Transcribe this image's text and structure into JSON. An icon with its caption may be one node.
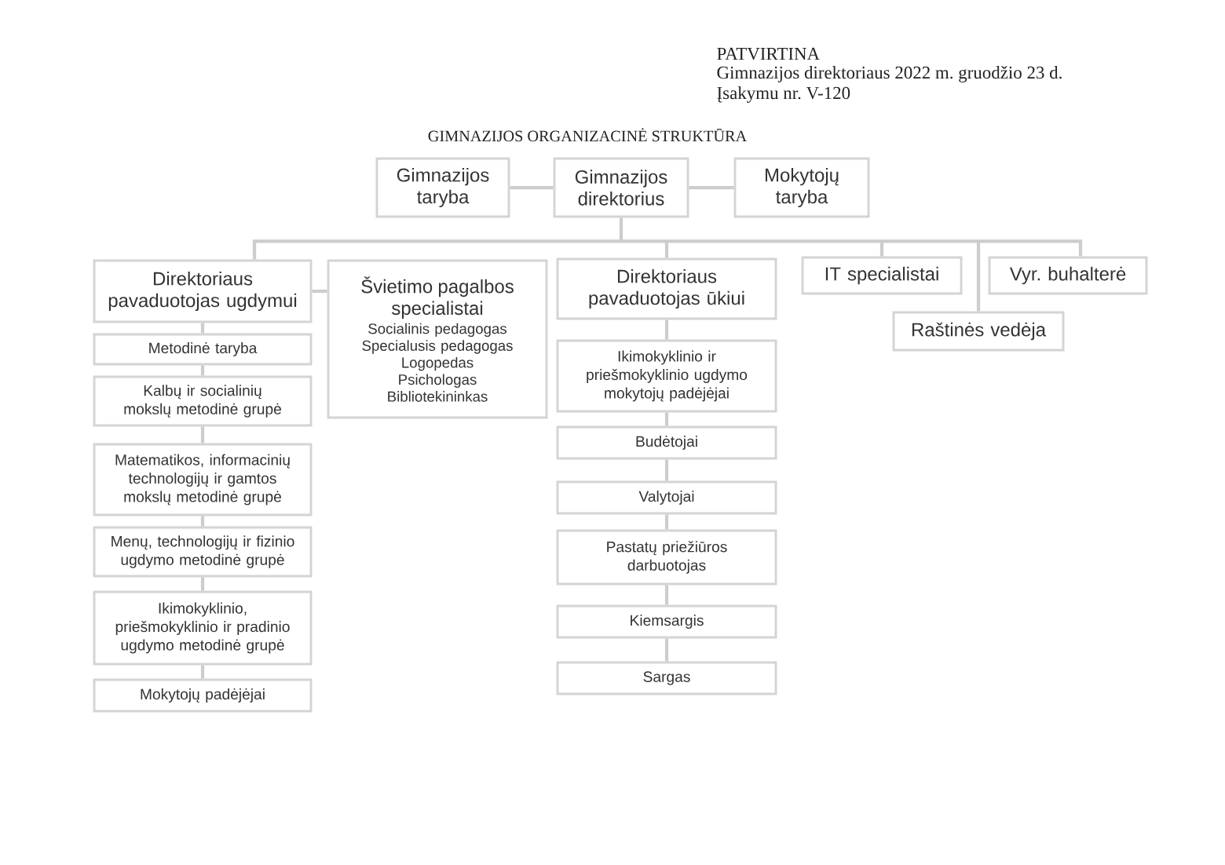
{
  "diagram": {
    "title": "GIMNAZIJOS ORGANIZACINĖ STRUKTŪRA",
    "nodes": [
      {
        "text": [
          "Gimnazijos taryba"
        ]
      },
      {
        "text": [
          "Gimnazijos direktorius"
        ]
      },
      {
        "text": [
          "Mokytojų taryba"
        ]
      },
      {
        "text": [
          "Direktoriaus pavaduotojas ugdymui"
        ]
      },
      {
        "text": [
          "Švietimo pagalbos specialistai",
          "Socialinis pedagogas",
          "Specialusis pedagogas",
          "Logopedas",
          "Psichologas",
          "Bibliotekininkas"
        ]
      },
      {
        "text": [
          "Metodinė taryba"
        ]
      },
      {
        "text": [
          "Kalbų ir socialinių mokslų metodinė grupė"
        ]
      },
      {
        "text": [
          "Matematikos, informacinių technologijų ir gamtos mokslų metodinė grupė"
        ]
      },
      {
        "text": [
          "Menų, technologijų ir fizinio ugdymo metodinė grupė"
        ]
      },
      {
        "text": [
          "Ikimokyklinio, priešmokyklinio ir pradinio ugdymo metodinė grupė"
        ]
      },
      {
        "text": [
          "Mokytojų padėjėjai"
        ]
      },
      {
        "text": [
          "Direktoriaus pavaduotojas ūkiui"
        ]
      },
      {
        "text": [
          "Ikimokyklinio ir priešmokyklinio ugdymo mokytojų padėjėjai"
        ]
      },
      {
        "text": [
          "Budėtojai"
        ]
      },
      {
        "text": [
          "Valytojai"
        ]
      },
      {
        "text": [
          "Pastatų priežiūros darbuotojas"
        ]
      },
      {
        "text": [
          "Kiemsargis"
        ]
      },
      {
        "text": [
          "Sargas"
        ]
      },
      {
        "text": [
          "IT specialistai"
        ]
      },
      {
        "text": [
          "Vyr. buhalterė"
        ]
      },
      {
        "text": [
          "Raštinės vedėja"
        ]
      }
    ],
    "edges": [
      {
        "from": 0,
        "to": 1,
        "arrow": "none"
      },
      {
        "from": 1,
        "to": 2,
        "arrow": "none"
      },
      {
        "from": 1,
        "to": 3,
        "arrow": "none"
      },
      {
        "from": 1,
        "to": 11,
        "arrow": "none"
      },
      {
        "from": 1,
        "to": 18,
        "arrow": "none"
      },
      {
        "from": 1,
        "to": 20,
        "arrow": "none"
      },
      {
        "from": 1,
        "to": 19,
        "arrow": "none"
      },
      {
        "from": 3,
        "to": 4,
        "arrow": "none"
      },
      {
        "from": 3,
        "to": 5,
        "arrow": "none"
      },
      {
        "from": 5,
        "to": 6,
        "arrow": "none"
      },
      {
        "from": 6,
        "to": 7,
        "arrow": "none"
      },
      {
        "from": 7,
        "to": 8,
        "arrow": "none"
      },
      {
        "from": 8,
        "to": 9,
        "arrow": "none"
      },
      {
        "from": 9,
        "to": 10,
        "arrow": "none"
      },
      {
        "from": 11,
        "to": 12,
        "arrow": "none"
      },
      {
        "from": 12,
        "to": 13,
        "arrow": "none"
      },
      {
        "from": 13,
        "to": 14,
        "arrow": "none"
      },
      {
        "from": 14,
        "to": 15,
        "arrow": "none"
      },
      {
        "from": 15,
        "to": 16,
        "arrow": "none"
      },
      {
        "from": 16,
        "to": 17,
        "arrow": "none"
      }
    ],
    "labels": [
      "PATVIRTINA",
      "Gimnazijos direktoriaus 2022 m. gruodžio 23 d.",
      "Įsakymu nr. V-120"
    ]
  }
}
